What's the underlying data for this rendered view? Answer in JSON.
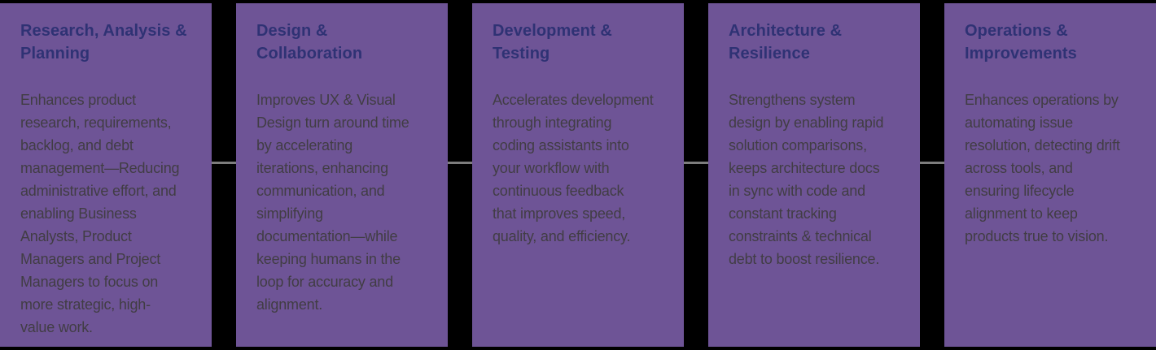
{
  "colors": {
    "page_bg": "#000000",
    "card_bg": "#6e5496",
    "title_color": "#2f3274",
    "body_color": "#413d44",
    "line_color": "#7d7d7d"
  },
  "cards": [
    {
      "title": "Research, Analysis &\nPlanning",
      "body": "Enhances product\nresearch, requirements,\nbacklog, and debt\nmanagement—Reducing\nadministrative effort, and\nenabling Business\nAnalysts, Product\nManagers and Project\nManagers to focus on\nmore strategic, high-\nvalue work."
    },
    {
      "title": "Design &\nCollaboration",
      "body": "Improves UX & Visual\nDesign turn around time\nby accelerating\niterations, enhancing\ncommunication, and\nsimplifying\ndocumentation—while\nkeeping humans in the\nloop for accuracy and\nalignment."
    },
    {
      "title": "Development &\nTesting",
      "body": "Accelerates development\nthrough integrating\ncoding assistants into\nyour workflow with\ncontinuous feedback\nthat improves speed,\nquality, and efficiency."
    },
    {
      "title": "Architecture &\nResilience",
      "body": "Strengthens system\ndesign by enabling rapid\nsolution comparisons,\nkeeps architecture docs\nin sync with code and\nconstant tracking\nconstraints & technical\ndebt to boost resilience."
    },
    {
      "title": "Operations &\nImprovements",
      "body": "Enhances operations by\nautomating issue\nresolution, detecting drift\nacross tools, and\nensuring lifecycle\nalignment to keep\nproducts true to vision."
    }
  ]
}
